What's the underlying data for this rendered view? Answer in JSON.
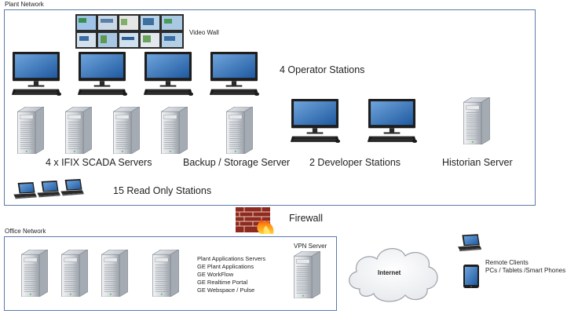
{
  "plant_network": {
    "title": "Plant Network",
    "video_wall_label": "Video Wall",
    "operator_label": "4 Operator Stations",
    "scada_label": "4 x IFIX  SCADA Servers",
    "backup_label": "Backup / Storage Server",
    "developer_label": "2 Developer Stations",
    "historian_label": "Historian Server",
    "readonly_label": "15 Read Only  Stations"
  },
  "firewall": {
    "label": "Firewall"
  },
  "office_network": {
    "title": "Office Network",
    "apps": [
      "Plant Applications Servers",
      "GE Plant Applications",
      "GE WorkFlow",
      "GE Realtime Portal",
      "GE Webspace / Pulse"
    ],
    "vpn_label": "VPN Server"
  },
  "internet": {
    "label": "Internet"
  },
  "remote_clients": {
    "title": "Remote Clients",
    "subtitle": "PCs / Tablets /Smart Phones"
  },
  "colors": {
    "panel_border": "#5b7aa8",
    "monitor_screen": "#2f6fb8",
    "server_body": "#d6d9de",
    "firewall_brick": "#9c2a1e"
  }
}
